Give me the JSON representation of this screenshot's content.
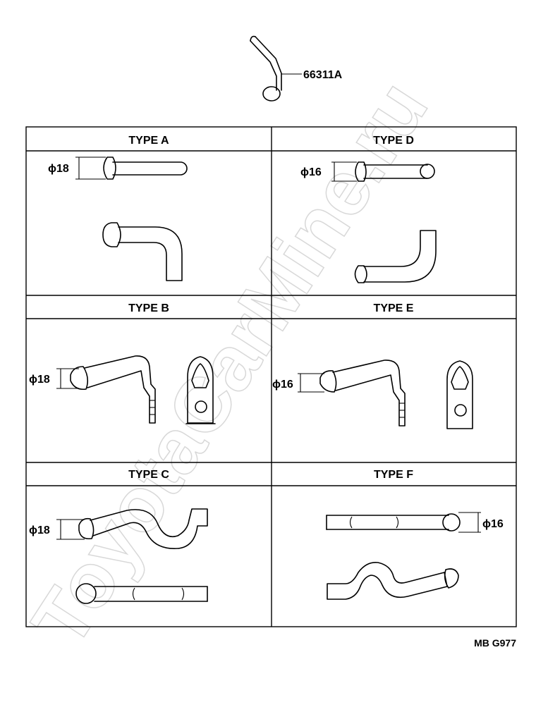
{
  "part_number": "66311A",
  "watermark": "ToyotaCarMine.ru",
  "drawing_code": "MB G977",
  "types": [
    {
      "label": "TYPE A",
      "diameter": "ϕ18"
    },
    {
      "label": "TYPE D",
      "diameter": "ϕ16"
    },
    {
      "label": "TYPE B",
      "diameter": "ϕ18"
    },
    {
      "label": "TYPE E",
      "diameter": "ϕ16"
    },
    {
      "label": "TYPE C",
      "diameter": "ϕ18"
    },
    {
      "label": "TYPE F",
      "diameter": "ϕ16"
    }
  ]
}
